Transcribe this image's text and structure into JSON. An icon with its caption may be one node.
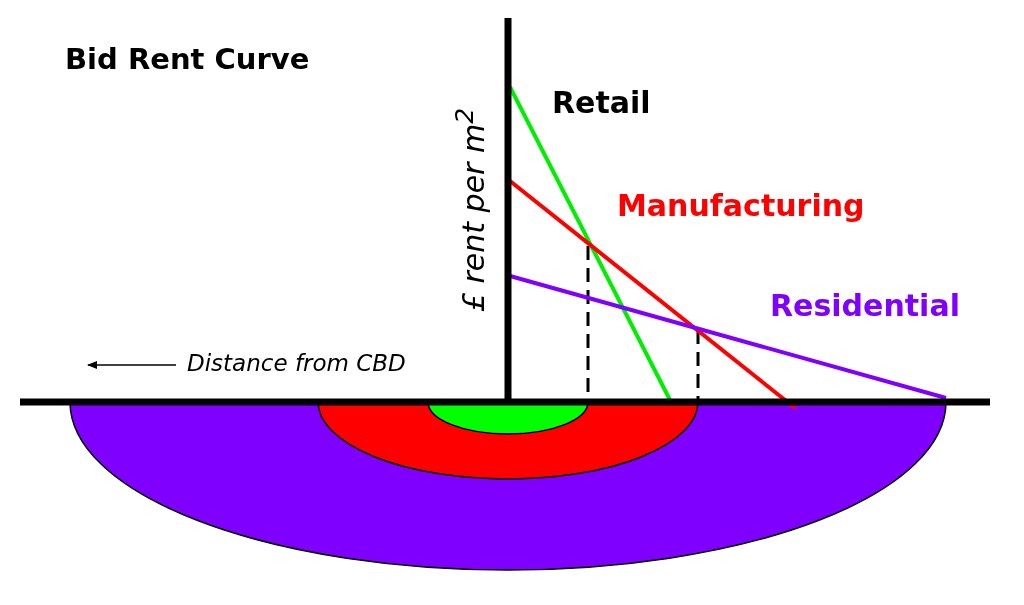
{
  "diagram": {
    "title": "Bid Rent Curve",
    "labels": [
      "Retail",
      "Manufacturing",
      "Residential",
      "£ rent per m$^{2}$",
      "Distance from CBD"
    ]
  }
}
